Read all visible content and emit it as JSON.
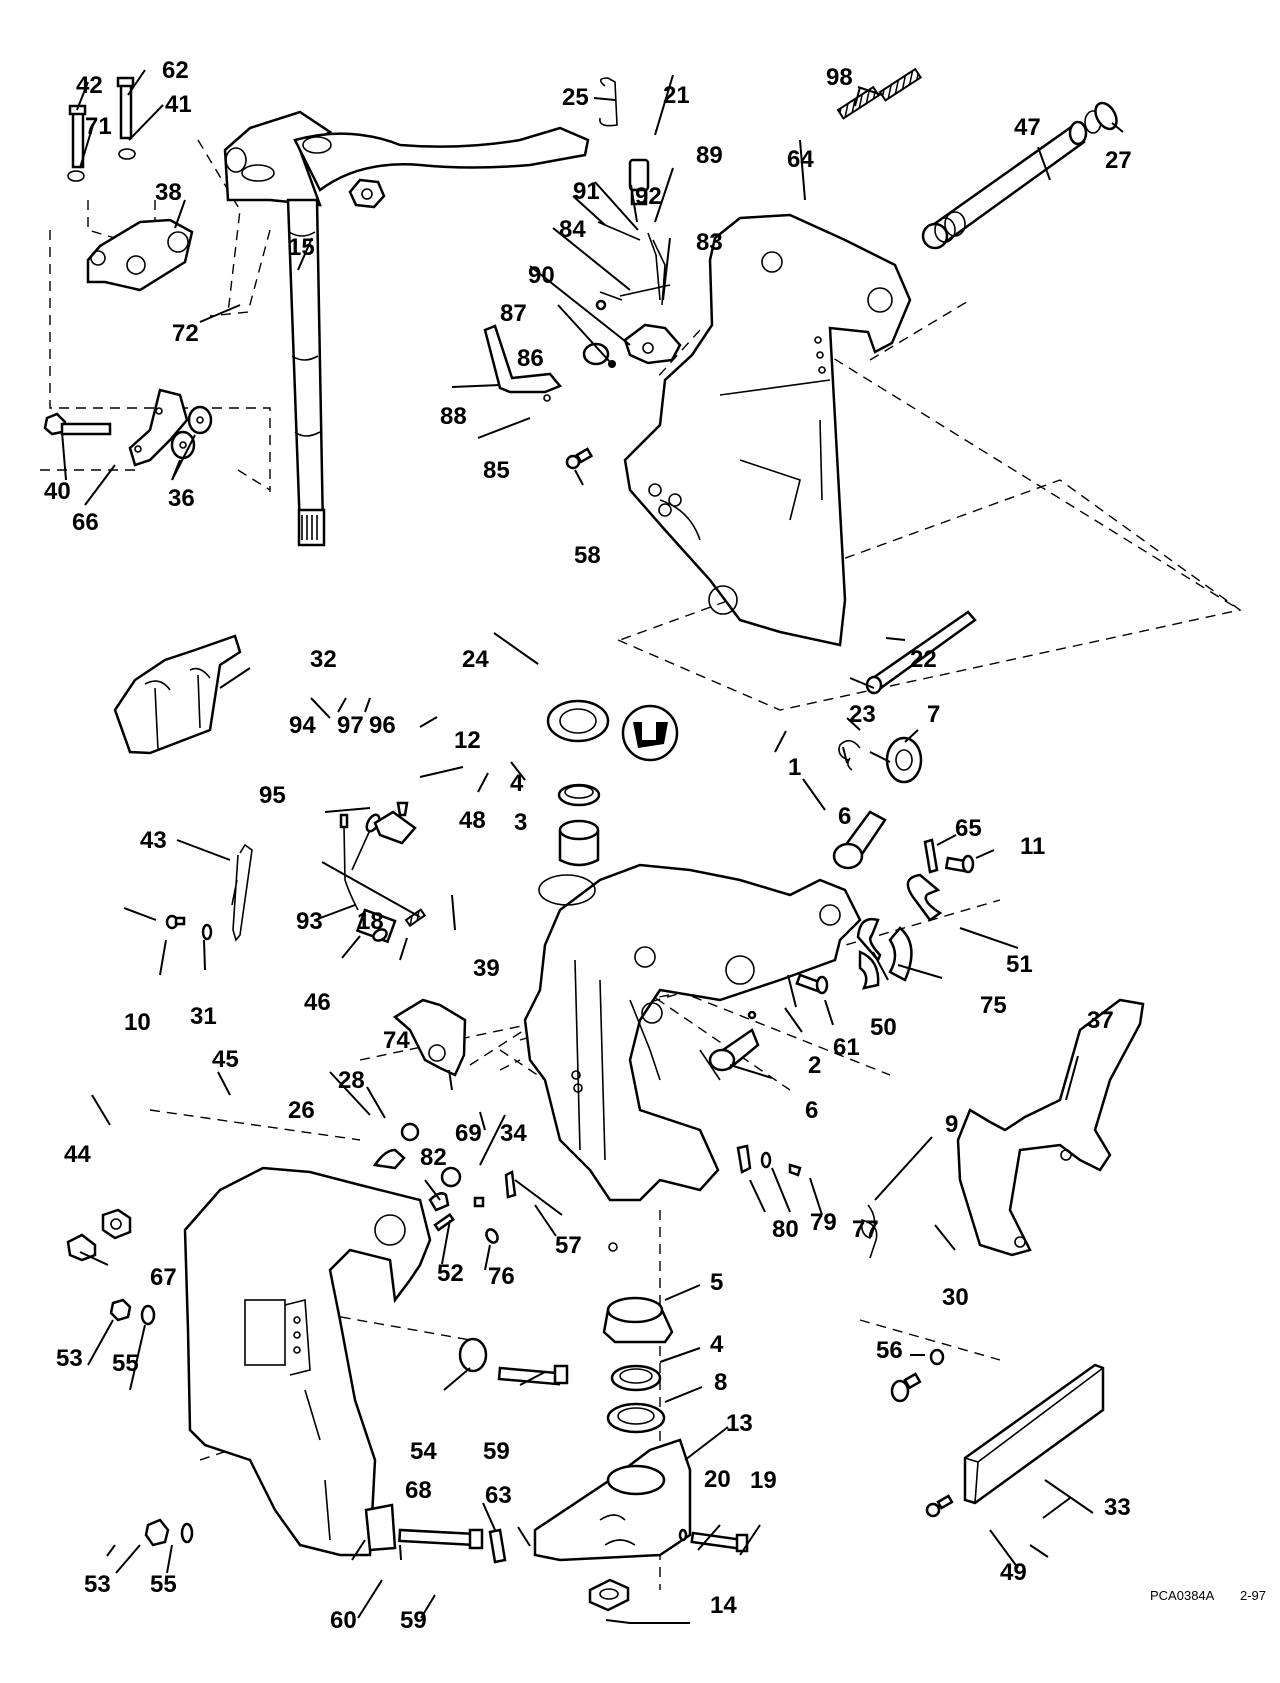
{
  "diagram": {
    "title": "Exploded parts diagram - swivel bracket / stern bracket assembly",
    "drawing_code": "PCA0384A",
    "drawing_date": "2-97",
    "callouts": [
      {
        "id": "c42",
        "label": "42"
      },
      {
        "id": "c62",
        "label": "62"
      },
      {
        "id": "c71",
        "label": "71"
      },
      {
        "id": "c41",
        "label": "41"
      },
      {
        "id": "c38",
        "label": "38"
      },
      {
        "id": "c15",
        "label": "15"
      },
      {
        "id": "c72",
        "label": "72"
      },
      {
        "id": "c40",
        "label": "40"
      },
      {
        "id": "c66",
        "label": "66"
      },
      {
        "id": "c36",
        "label": "36"
      },
      {
        "id": "c25",
        "label": "25"
      },
      {
        "id": "c21",
        "label": "21"
      },
      {
        "id": "c89",
        "label": "89"
      },
      {
        "id": "c91",
        "label": "91"
      },
      {
        "id": "c92",
        "label": "92"
      },
      {
        "id": "c84",
        "label": "84"
      },
      {
        "id": "c83",
        "label": "83"
      },
      {
        "id": "c90",
        "label": "90"
      },
      {
        "id": "c87",
        "label": "87"
      },
      {
        "id": "c86",
        "label": "86"
      },
      {
        "id": "c88",
        "label": "88"
      },
      {
        "id": "c85",
        "label": "85"
      },
      {
        "id": "c58",
        "label": "58"
      },
      {
        "id": "c98",
        "label": "98"
      },
      {
        "id": "c47",
        "label": "47"
      },
      {
        "id": "c27",
        "label": "27"
      },
      {
        "id": "c64",
        "label": "64"
      },
      {
        "id": "c32",
        "label": "32"
      },
      {
        "id": "c24",
        "label": "24"
      },
      {
        "id": "c22",
        "label": "22"
      },
      {
        "id": "c23",
        "label": "23"
      },
      {
        "id": "c7",
        "label": "7"
      },
      {
        "id": "c94",
        "label": "94"
      },
      {
        "id": "c97",
        "label": "97"
      },
      {
        "id": "c96",
        "label": "96"
      },
      {
        "id": "c95",
        "label": "95"
      },
      {
        "id": "c12",
        "label": "12"
      },
      {
        "id": "c4a",
        "label": "4"
      },
      {
        "id": "c3",
        "label": "3"
      },
      {
        "id": "c48",
        "label": "48"
      },
      {
        "id": "c1",
        "label": "1"
      },
      {
        "id": "c6a",
        "label": "6"
      },
      {
        "id": "c65",
        "label": "65"
      },
      {
        "id": "c11",
        "label": "11"
      },
      {
        "id": "c43",
        "label": "43"
      },
      {
        "id": "c93",
        "label": "93"
      },
      {
        "id": "c51",
        "label": "51"
      },
      {
        "id": "c10",
        "label": "10"
      },
      {
        "id": "c31",
        "label": "31"
      },
      {
        "id": "c18",
        "label": "18"
      },
      {
        "id": "c39",
        "label": "39"
      },
      {
        "id": "c46",
        "label": "46"
      },
      {
        "id": "c74",
        "label": "74"
      },
      {
        "id": "c61",
        "label": "61"
      },
      {
        "id": "c50",
        "label": "50"
      },
      {
        "id": "c75",
        "label": "75"
      },
      {
        "id": "c2",
        "label": "2"
      },
      {
        "id": "c37",
        "label": "37"
      },
      {
        "id": "c6b",
        "label": "6"
      },
      {
        "id": "c28",
        "label": "28"
      },
      {
        "id": "c26",
        "label": "26"
      },
      {
        "id": "c69",
        "label": "69"
      },
      {
        "id": "c34",
        "label": "34"
      },
      {
        "id": "c45",
        "label": "45"
      },
      {
        "id": "c44",
        "label": "44"
      },
      {
        "id": "c82",
        "label": "82"
      },
      {
        "id": "c9",
        "label": "9"
      },
      {
        "id": "c80",
        "label": "80"
      },
      {
        "id": "c79",
        "label": "79"
      },
      {
        "id": "c77",
        "label": "77"
      },
      {
        "id": "c67",
        "label": "67"
      },
      {
        "id": "c57",
        "label": "57"
      },
      {
        "id": "c52",
        "label": "52"
      },
      {
        "id": "c76",
        "label": "76"
      },
      {
        "id": "c5",
        "label": "5"
      },
      {
        "id": "c53a",
        "label": "53"
      },
      {
        "id": "c55a",
        "label": "55"
      },
      {
        "id": "c4b",
        "label": "4"
      },
      {
        "id": "c30",
        "label": "30"
      },
      {
        "id": "c56",
        "label": "56"
      },
      {
        "id": "c8",
        "label": "8"
      },
      {
        "id": "c54",
        "label": "54"
      },
      {
        "id": "c59a",
        "label": "59"
      },
      {
        "id": "c13",
        "label": "13"
      },
      {
        "id": "c33",
        "label": "33"
      },
      {
        "id": "c68",
        "label": "68"
      },
      {
        "id": "c63",
        "label": "63"
      },
      {
        "id": "c20",
        "label": "20"
      },
      {
        "id": "c19",
        "label": "19"
      },
      {
        "id": "c49",
        "label": "49"
      },
      {
        "id": "c53b",
        "label": "53"
      },
      {
        "id": "c55b",
        "label": "55"
      },
      {
        "id": "c60",
        "label": "60"
      },
      {
        "id": "c59b",
        "label": "59"
      },
      {
        "id": "c14",
        "label": "14"
      }
    ]
  }
}
